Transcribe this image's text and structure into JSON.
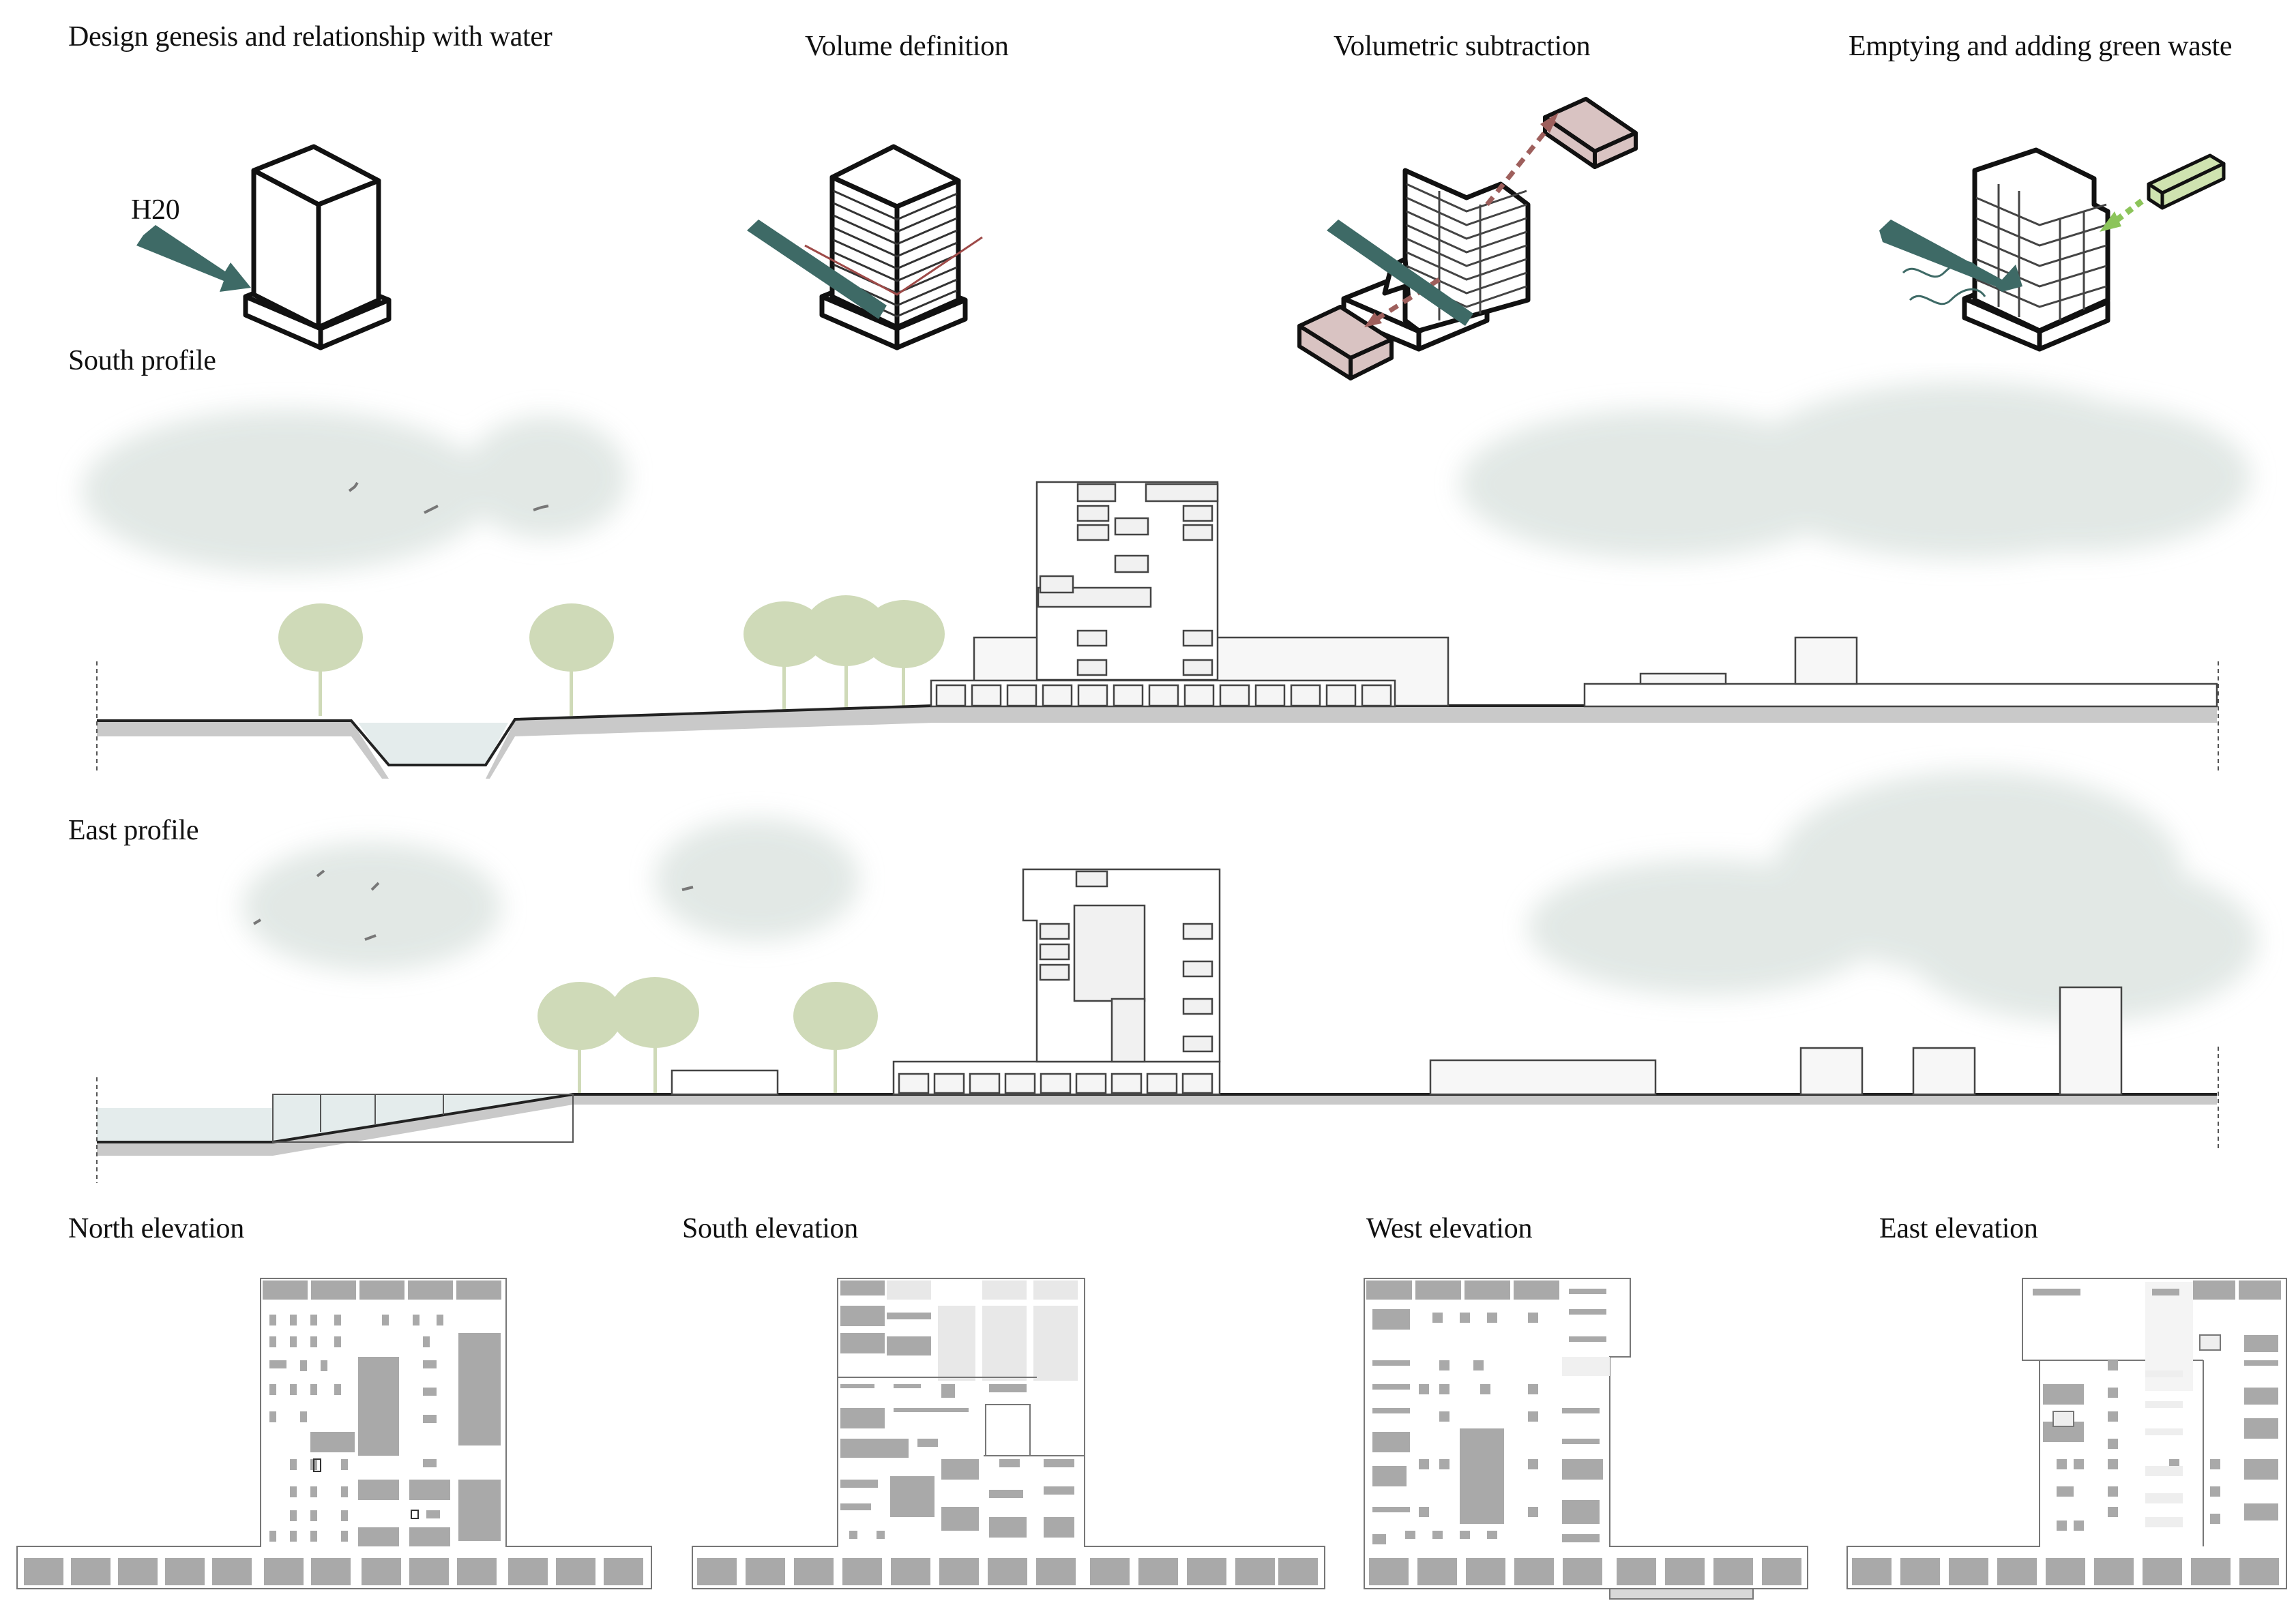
{
  "genesis": {
    "steps": [
      {
        "label": "Design genesis and relationship with water"
      },
      {
        "label": "Volume definition"
      },
      {
        "label": "Volumetric subtraction"
      },
      {
        "label": "Emptying and adding green waste"
      }
    ],
    "water_tag": "H20"
  },
  "profiles": {
    "south": {
      "label": "South profile"
    },
    "east": {
      "label": "East profile"
    }
  },
  "elevations": [
    {
      "label": "North elevation"
    },
    {
      "label": "South elevation"
    },
    {
      "label": "West elevation"
    },
    {
      "label": "East elevation"
    }
  ],
  "colors": {
    "water_arrow": "#3e6a66",
    "subtraction_block": "#d9c3c2",
    "subtraction_arrow": "#9e5f5c",
    "green_block": "#cfe3b0",
    "green_arrow": "#8cc45a",
    "tree": "#cfdab8",
    "cloud": "#dfe6e3",
    "ground": "#c9c9c9",
    "water": "#e4ecec",
    "window": "#a9a9a9"
  }
}
